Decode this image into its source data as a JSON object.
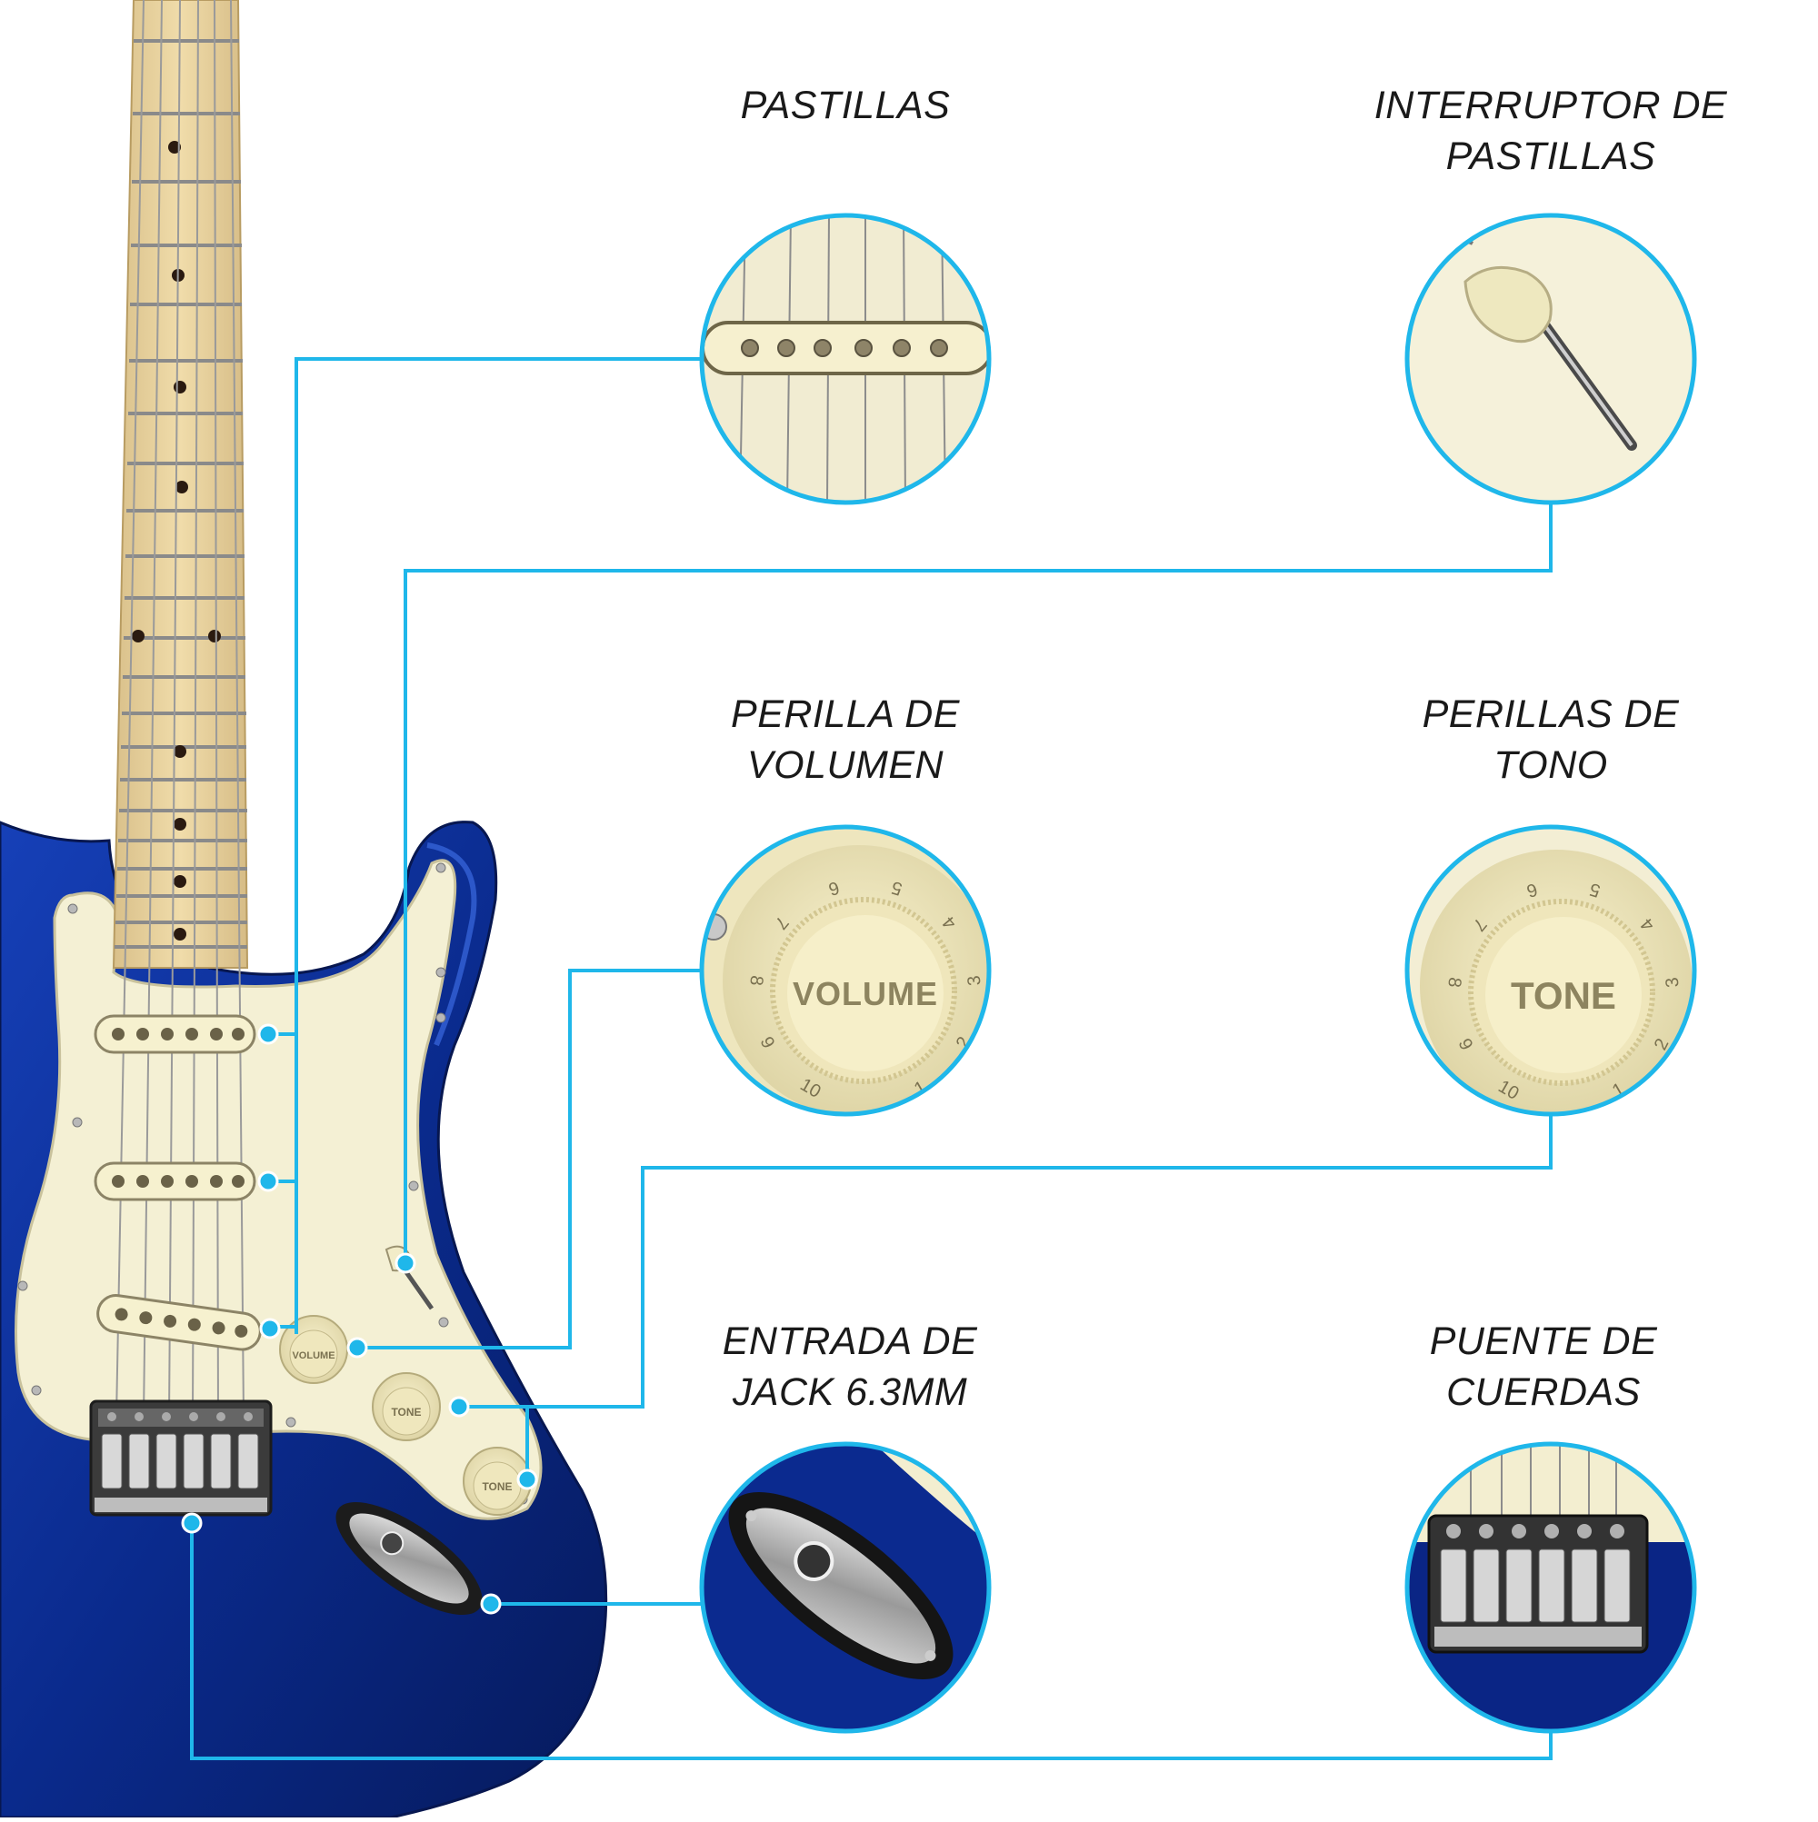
{
  "accent_color": "#1fb7ea",
  "body_color": "#0a2a8c",
  "pickguard_color": "#f4f0d4",
  "features": [
    {
      "id": "pastillas",
      "lines": [
        "PASTILLAS"
      ]
    },
    {
      "id": "interruptor",
      "lines": [
        "INTERRUPTOR DE",
        "PASTILLAS"
      ]
    },
    {
      "id": "volumen",
      "lines": [
        "PERILLA DE",
        "VOLUMEN"
      ]
    },
    {
      "id": "tono",
      "lines": [
        "PERILLAS DE",
        "TONO"
      ]
    },
    {
      "id": "jack",
      "lines": [
        "ENTRADA DE",
        "JACK 6.3MM"
      ]
    },
    {
      "id": "puente",
      "lines": [
        "PUENTE DE",
        "CUERDAS"
      ]
    }
  ],
  "knobs": {
    "volume": "VOLUME",
    "tone": "TONE",
    "numbers_volume": [
      "10",
      "9",
      "8",
      "7",
      "6",
      "5",
      "4",
      "3",
      "2",
      "1"
    ],
    "numbers_tone": [
      "10",
      "9",
      "8",
      "7",
      "6",
      "5",
      "4",
      "3",
      "2",
      "1"
    ]
  }
}
